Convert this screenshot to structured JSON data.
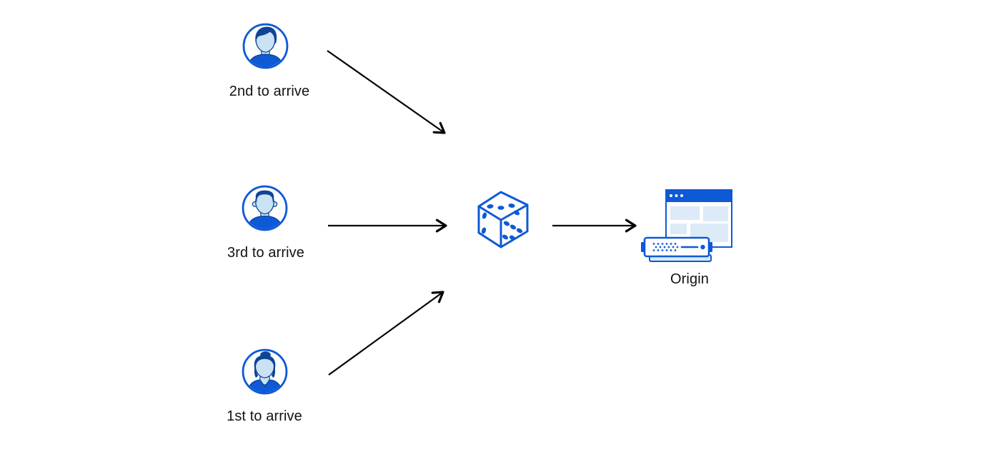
{
  "diagram": {
    "description": "Three visitors arriving in different order are routed randomly to an origin server",
    "nodes": {
      "second": {
        "label": "2nd to arrive",
        "icon": "male-avatar-swept-hair-icon"
      },
      "third": {
        "label": "3rd to arrive",
        "icon": "male-avatar-short-hair-icon"
      },
      "first": {
        "label": "1st to arrive",
        "icon": "female-avatar-bun-icon"
      },
      "dice": {
        "label": "",
        "icon": "dice-icon"
      },
      "origin": {
        "label": "Origin",
        "icon": "origin-server-browser-icon"
      }
    },
    "edges": [
      {
        "from": "second-to-arrive",
        "to": "dice"
      },
      {
        "from": "third-to-arrive",
        "to": "dice"
      },
      {
        "from": "first-to-arrive",
        "to": "dice"
      },
      {
        "from": "dice",
        "to": "origin"
      }
    ],
    "colors": {
      "primary_blue": "#0e5ad6",
      "dark_blue": "#0e4496",
      "face_blue": "#c9e2f4",
      "panel_blue": "#dcebf7",
      "base_blue": "#d8e9f8",
      "arrow_black": "#000000",
      "label_text": "#121212",
      "background": "#ffffff"
    }
  }
}
